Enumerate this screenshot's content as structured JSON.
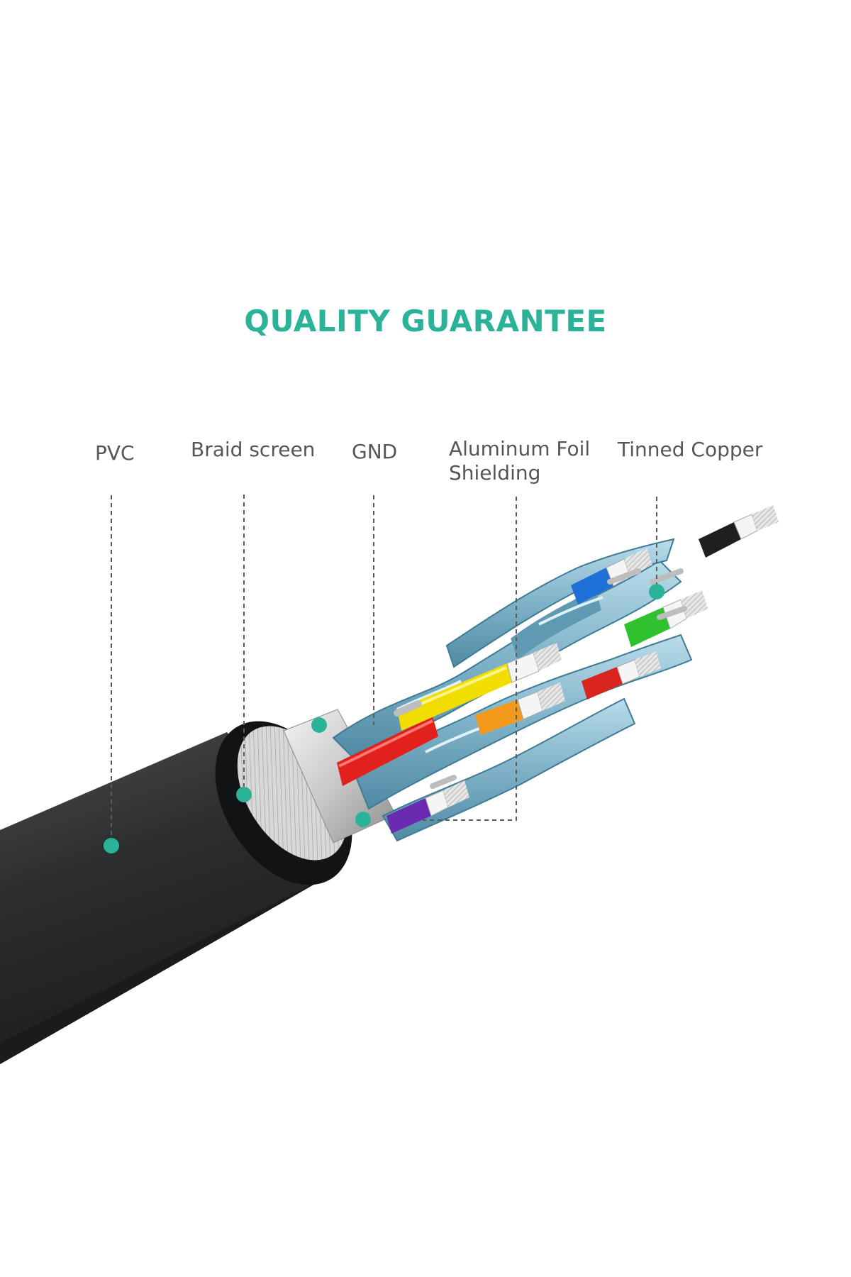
{
  "title": "QUALITY GUARANTEE",
  "colors": {
    "accent": "#2bb39a",
    "label_text": "#555555",
    "cable_jacket": "#2a2b2d",
    "pair_shield": "#7fb9cf"
  },
  "labels": {
    "pvc": "PVC",
    "braid_screen": "Braid screen",
    "gnd": "GND",
    "aluminum_foil_line1": "Aluminum Foil",
    "aluminum_foil_line2": "Shielding",
    "tinned_copper": "Tinned Copper"
  },
  "wire_colors": [
    "red",
    "yellow",
    "orange",
    "purple",
    "blue",
    "green",
    "black",
    "red"
  ]
}
